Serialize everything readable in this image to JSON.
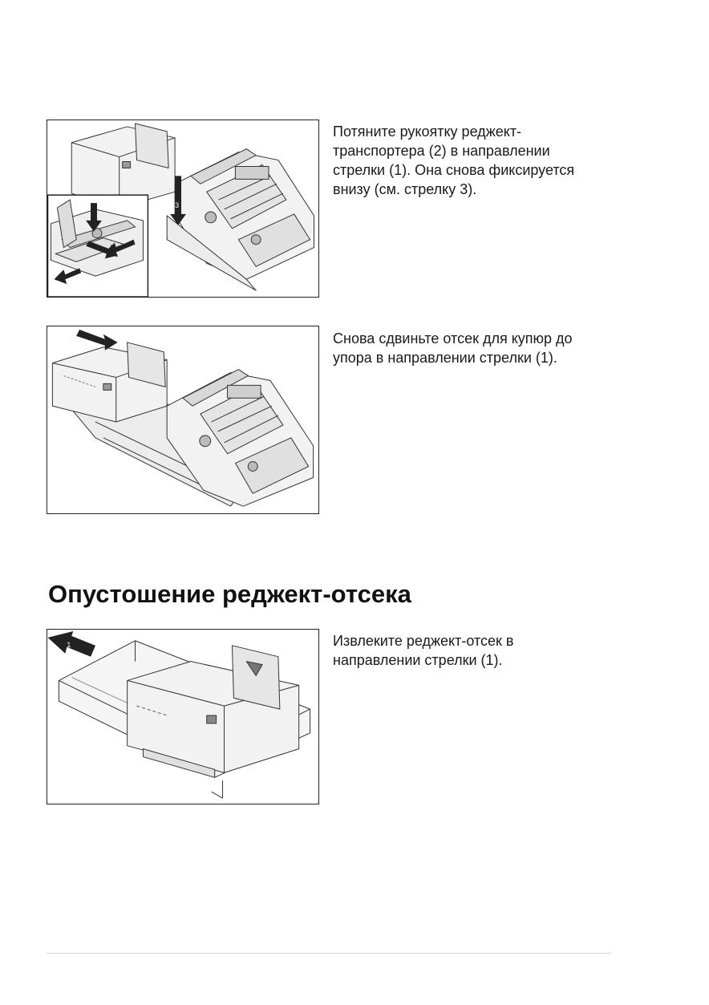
{
  "steps": [
    {
      "illustration": "reject-transport-handle-illustration",
      "text": "Потяните рукоятку реджект-\nтранспортера (2) в направлении\nстрелки (1). Она снова фиксируется\nвнизу (см. стрелку 3)."
    },
    {
      "illustration": "note-compartment-push-illustration",
      "text": "Снова сдвиньте отсек для купюр до\nупора в направлении стрелки (1)."
    }
  ],
  "section": {
    "heading": "Опустошение реджект-отсека",
    "steps": [
      {
        "illustration": "reject-compartment-removal-illustration",
        "text": "Извлеките реджект-отсек в\nнаправлении стрелки (1)."
      }
    ]
  }
}
